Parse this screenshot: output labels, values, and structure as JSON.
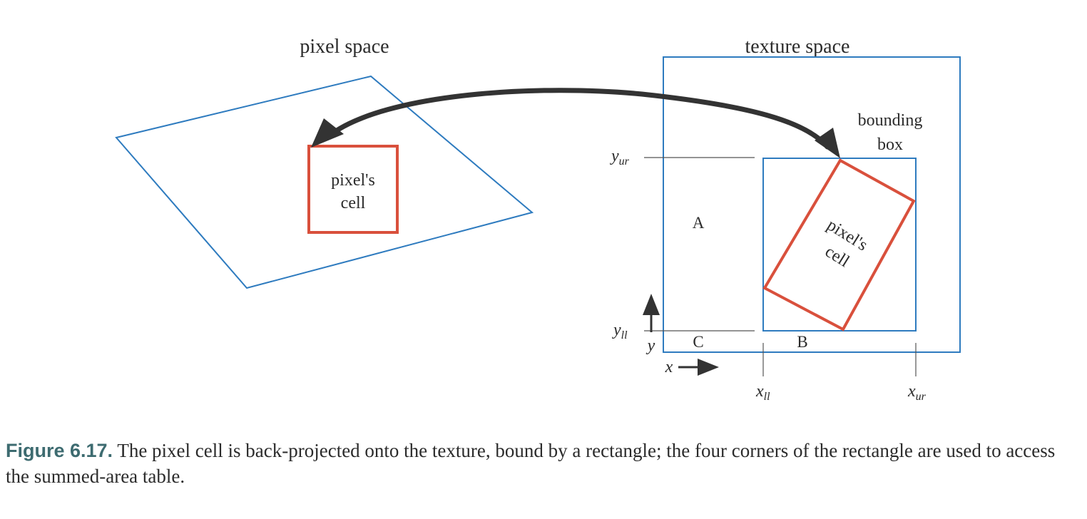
{
  "diagram": {
    "pixel_space": {
      "title": "pixel space",
      "cell_label_line1": "pixel's",
      "cell_label_line2": "cell"
    },
    "texture_space": {
      "title": "texture space",
      "bounding_box_line1": "bounding",
      "bounding_box_line2": "box",
      "cell_label_line1": "pixel's",
      "cell_label_line2": "cell",
      "region_a": "A",
      "region_b": "B",
      "region_c": "C",
      "y_ur_base": "y",
      "y_ur_sub": "ur",
      "y_ll_base": "y",
      "y_ll_sub": "ll",
      "x_ll_base": "x",
      "x_ll_sub": "ll",
      "x_ur_base": "x",
      "x_ur_sub": "ur",
      "axis_y": "y",
      "axis_x": "x"
    },
    "colors": {
      "outline": "#2e7bbf",
      "cell": "#d9503c",
      "arrow": "#333333",
      "guide": "#555555"
    }
  },
  "caption": {
    "label": "Figure 6.17.",
    "text": "The pixel cell is back-projected onto the texture, bound by a rectangle; the four corners of the rectangle are used to access the summed-area table."
  }
}
